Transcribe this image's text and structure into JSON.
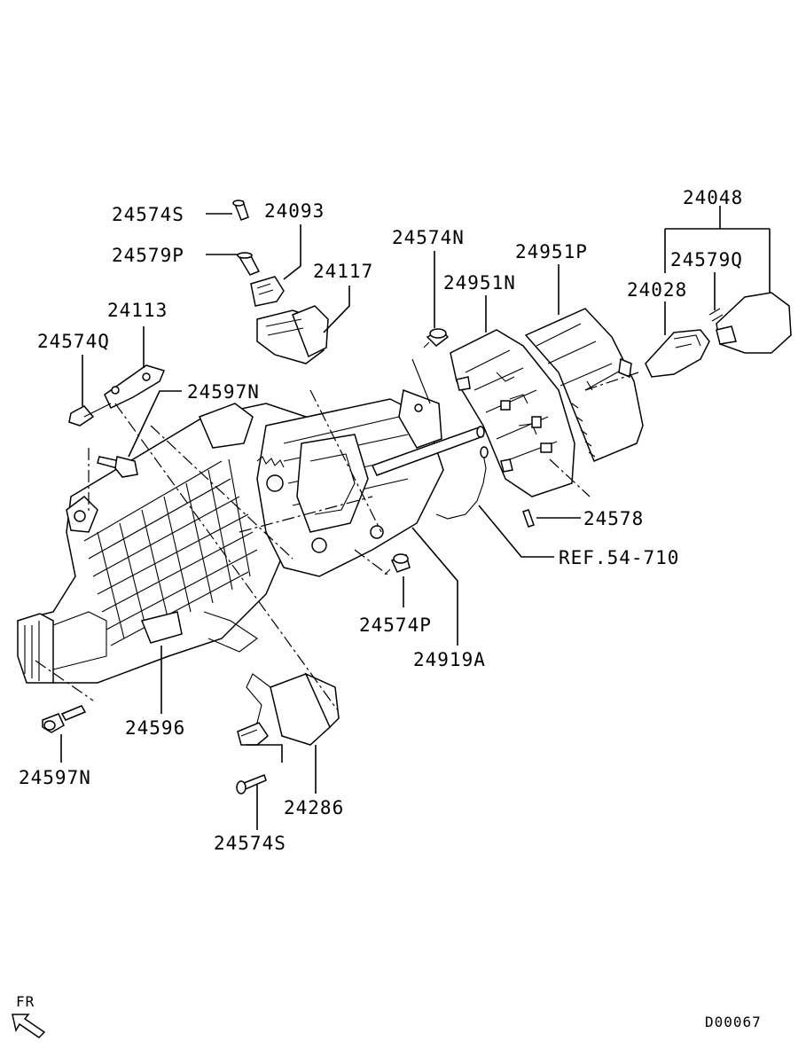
{
  "diagram": {
    "labels": [
      {
        "id": "l-24574s-top",
        "text": "24574S"
      },
      {
        "id": "l-24093",
        "text": "24093"
      },
      {
        "id": "l-24579p",
        "text": "24579P"
      },
      {
        "id": "l-24117",
        "text": "24117"
      },
      {
        "id": "l-24113",
        "text": "24113"
      },
      {
        "id": "l-24574q",
        "text": "24574Q"
      },
      {
        "id": "l-24597n-top",
        "text": "24597N"
      },
      {
        "id": "l-24574n",
        "text": "24574N"
      },
      {
        "id": "l-24951p",
        "text": "24951P"
      },
      {
        "id": "l-24951n",
        "text": "24951N"
      },
      {
        "id": "l-24048",
        "text": "24048"
      },
      {
        "id": "l-24579q",
        "text": "24579Q"
      },
      {
        "id": "l-24028",
        "text": "24028"
      },
      {
        "id": "l-24578",
        "text": "24578"
      },
      {
        "id": "l-ref",
        "text": "REF.54-710"
      },
      {
        "id": "l-24574p",
        "text": "24574P"
      },
      {
        "id": "l-24919a",
        "text": "24919A"
      },
      {
        "id": "l-24596",
        "text": "24596"
      },
      {
        "id": "l-24597n-bot",
        "text": "24597N"
      },
      {
        "id": "l-24286",
        "text": "24286"
      },
      {
        "id": "l-24574s-bot",
        "text": "24574S"
      }
    ],
    "direction_marker": "FR",
    "drawing_code": "D00067"
  }
}
